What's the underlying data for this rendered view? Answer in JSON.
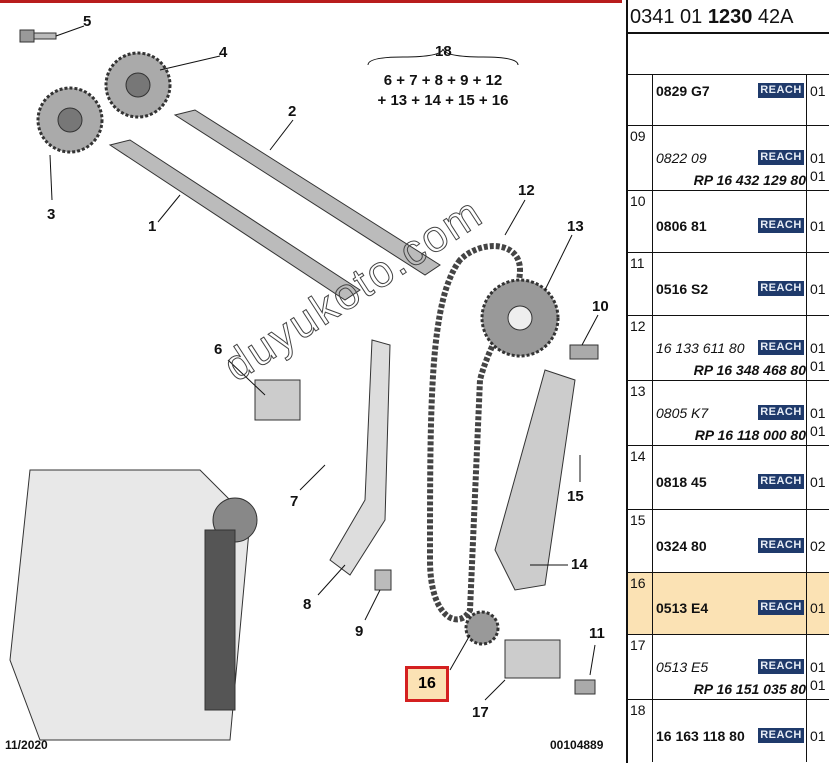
{
  "diagram": {
    "callouts": {
      "c1": "1",
      "c2": "2",
      "c3": "3",
      "c4": "4",
      "c5": "5",
      "c6": "6",
      "c7": "7",
      "c8": "8",
      "c9": "9",
      "c10": "10",
      "c11": "11",
      "c12": "12",
      "c13": "13",
      "c14": "14",
      "c15": "15",
      "c17": "17",
      "c18": "18"
    },
    "selected_callout": "16",
    "formula_line1": "6 + 7 + 8 + 9 + 12",
    "formula_line2": "+ 13 + 14 + 15 + 16",
    "date": "11/2020",
    "diagram_id": "00104889",
    "watermark": "duyukoto.com"
  },
  "panel": {
    "title_pre": "0341 01 ",
    "title_bold": "1230",
    "title_post": " 42A",
    "reach_label": "REACH",
    "rows": [
      {
        "num": "",
        "ref": "0829 G7",
        "style": "bold",
        "qty": "01"
      },
      {
        "num": "09",
        "ref": "0822 09",
        "style": "ital",
        "qty": "01",
        "rp": "RP 16 432 129 80",
        "rp_qty": "01"
      },
      {
        "num": "10",
        "ref": "0806 81",
        "style": "bold",
        "qty": "01"
      },
      {
        "num": "11",
        "ref": "0516 S2",
        "style": "bold",
        "qty": "01"
      },
      {
        "num": "12",
        "ref": "16 133 611 80",
        "style": "ital",
        "qty": "01",
        "rp": "RP 16 348 468 80",
        "rp_qty": "01"
      },
      {
        "num": "13",
        "ref": "0805 K7",
        "style": "ital",
        "qty": "01",
        "rp": "RP 16 118 000 80",
        "rp_qty": "01"
      },
      {
        "num": "14",
        "ref": "0818 45",
        "style": "bold",
        "qty": "01"
      },
      {
        "num": "15",
        "ref": "0324 80",
        "style": "bold",
        "qty": "02"
      },
      {
        "num": "16",
        "ref": "0513 E4",
        "style": "bold",
        "qty": "01",
        "selected": true
      },
      {
        "num": "17",
        "ref": "0513 E5",
        "style": "ital",
        "qty": "01",
        "rp": "RP 16 151 035 80",
        "rp_qty": "01"
      },
      {
        "num": "18",
        "ref": "16 163 118 80",
        "style": "bold",
        "qty": "01"
      }
    ]
  }
}
